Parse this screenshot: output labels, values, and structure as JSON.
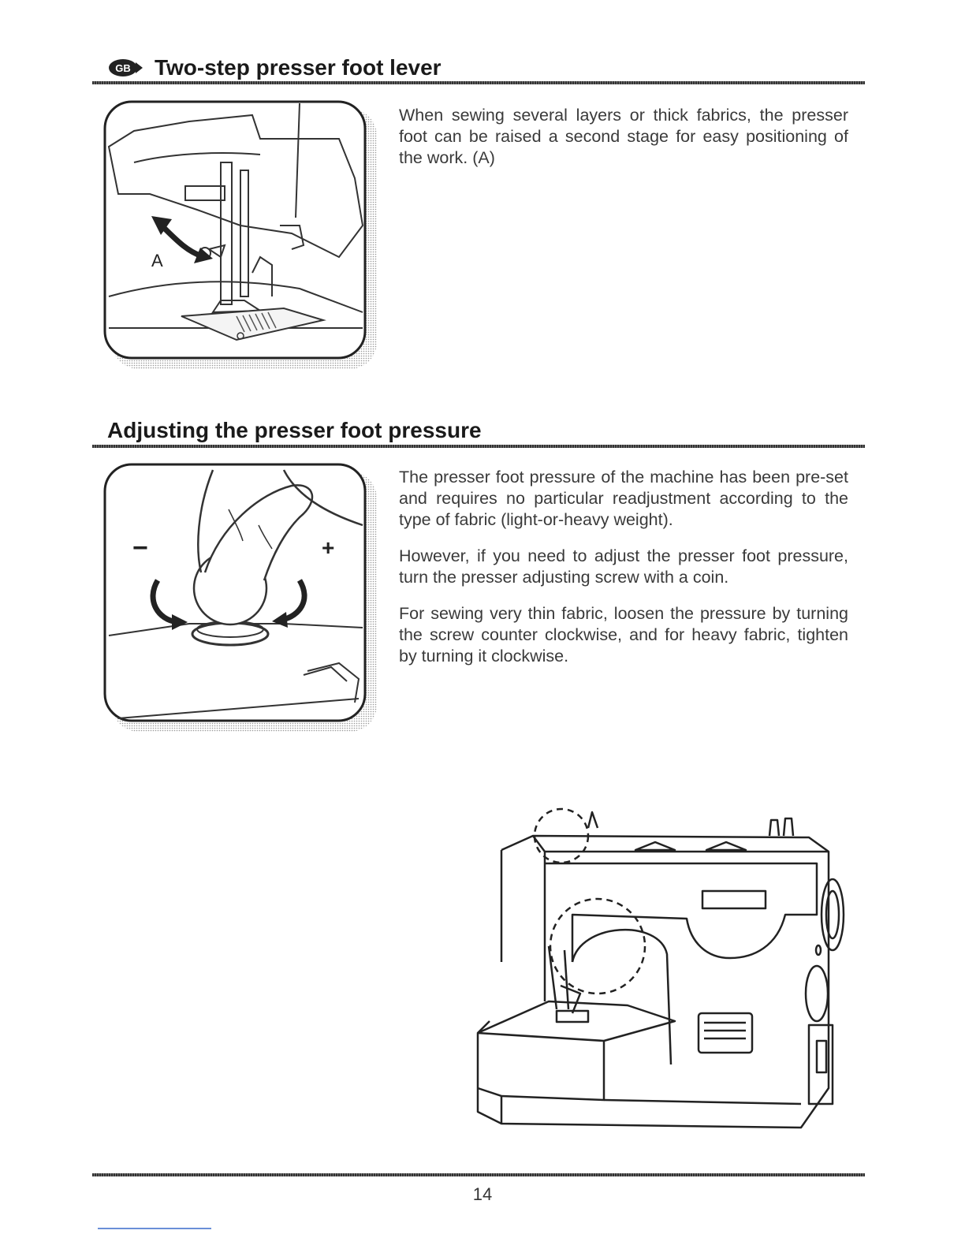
{
  "section1": {
    "badge": "GB",
    "title": "Two-step presser foot lever",
    "body": "When sewing several layers or thick fabrics, the presser foot can be raised a second stage for easy positioning of the work. (A)",
    "figure_label": "A"
  },
  "section2": {
    "title": "Adjusting the presser foot pressure",
    "paragraphs": [
      "The presser foot pressure of the machine has been pre-set and requires no particular readjustment according to the type of fabric (light-or-heavy weight).",
      "However, if you need to adjust the presser foot pressure, turn the presser adjusting screw with a coin.",
      "For sewing very thin fabric, loosen the pressure by turning the screw counter clockwise, and for heavy fabric, tighten by turning it clockwise."
    ],
    "minus_sign": "−",
    "plus_sign": "+"
  },
  "footer": {
    "page_number": "14"
  }
}
